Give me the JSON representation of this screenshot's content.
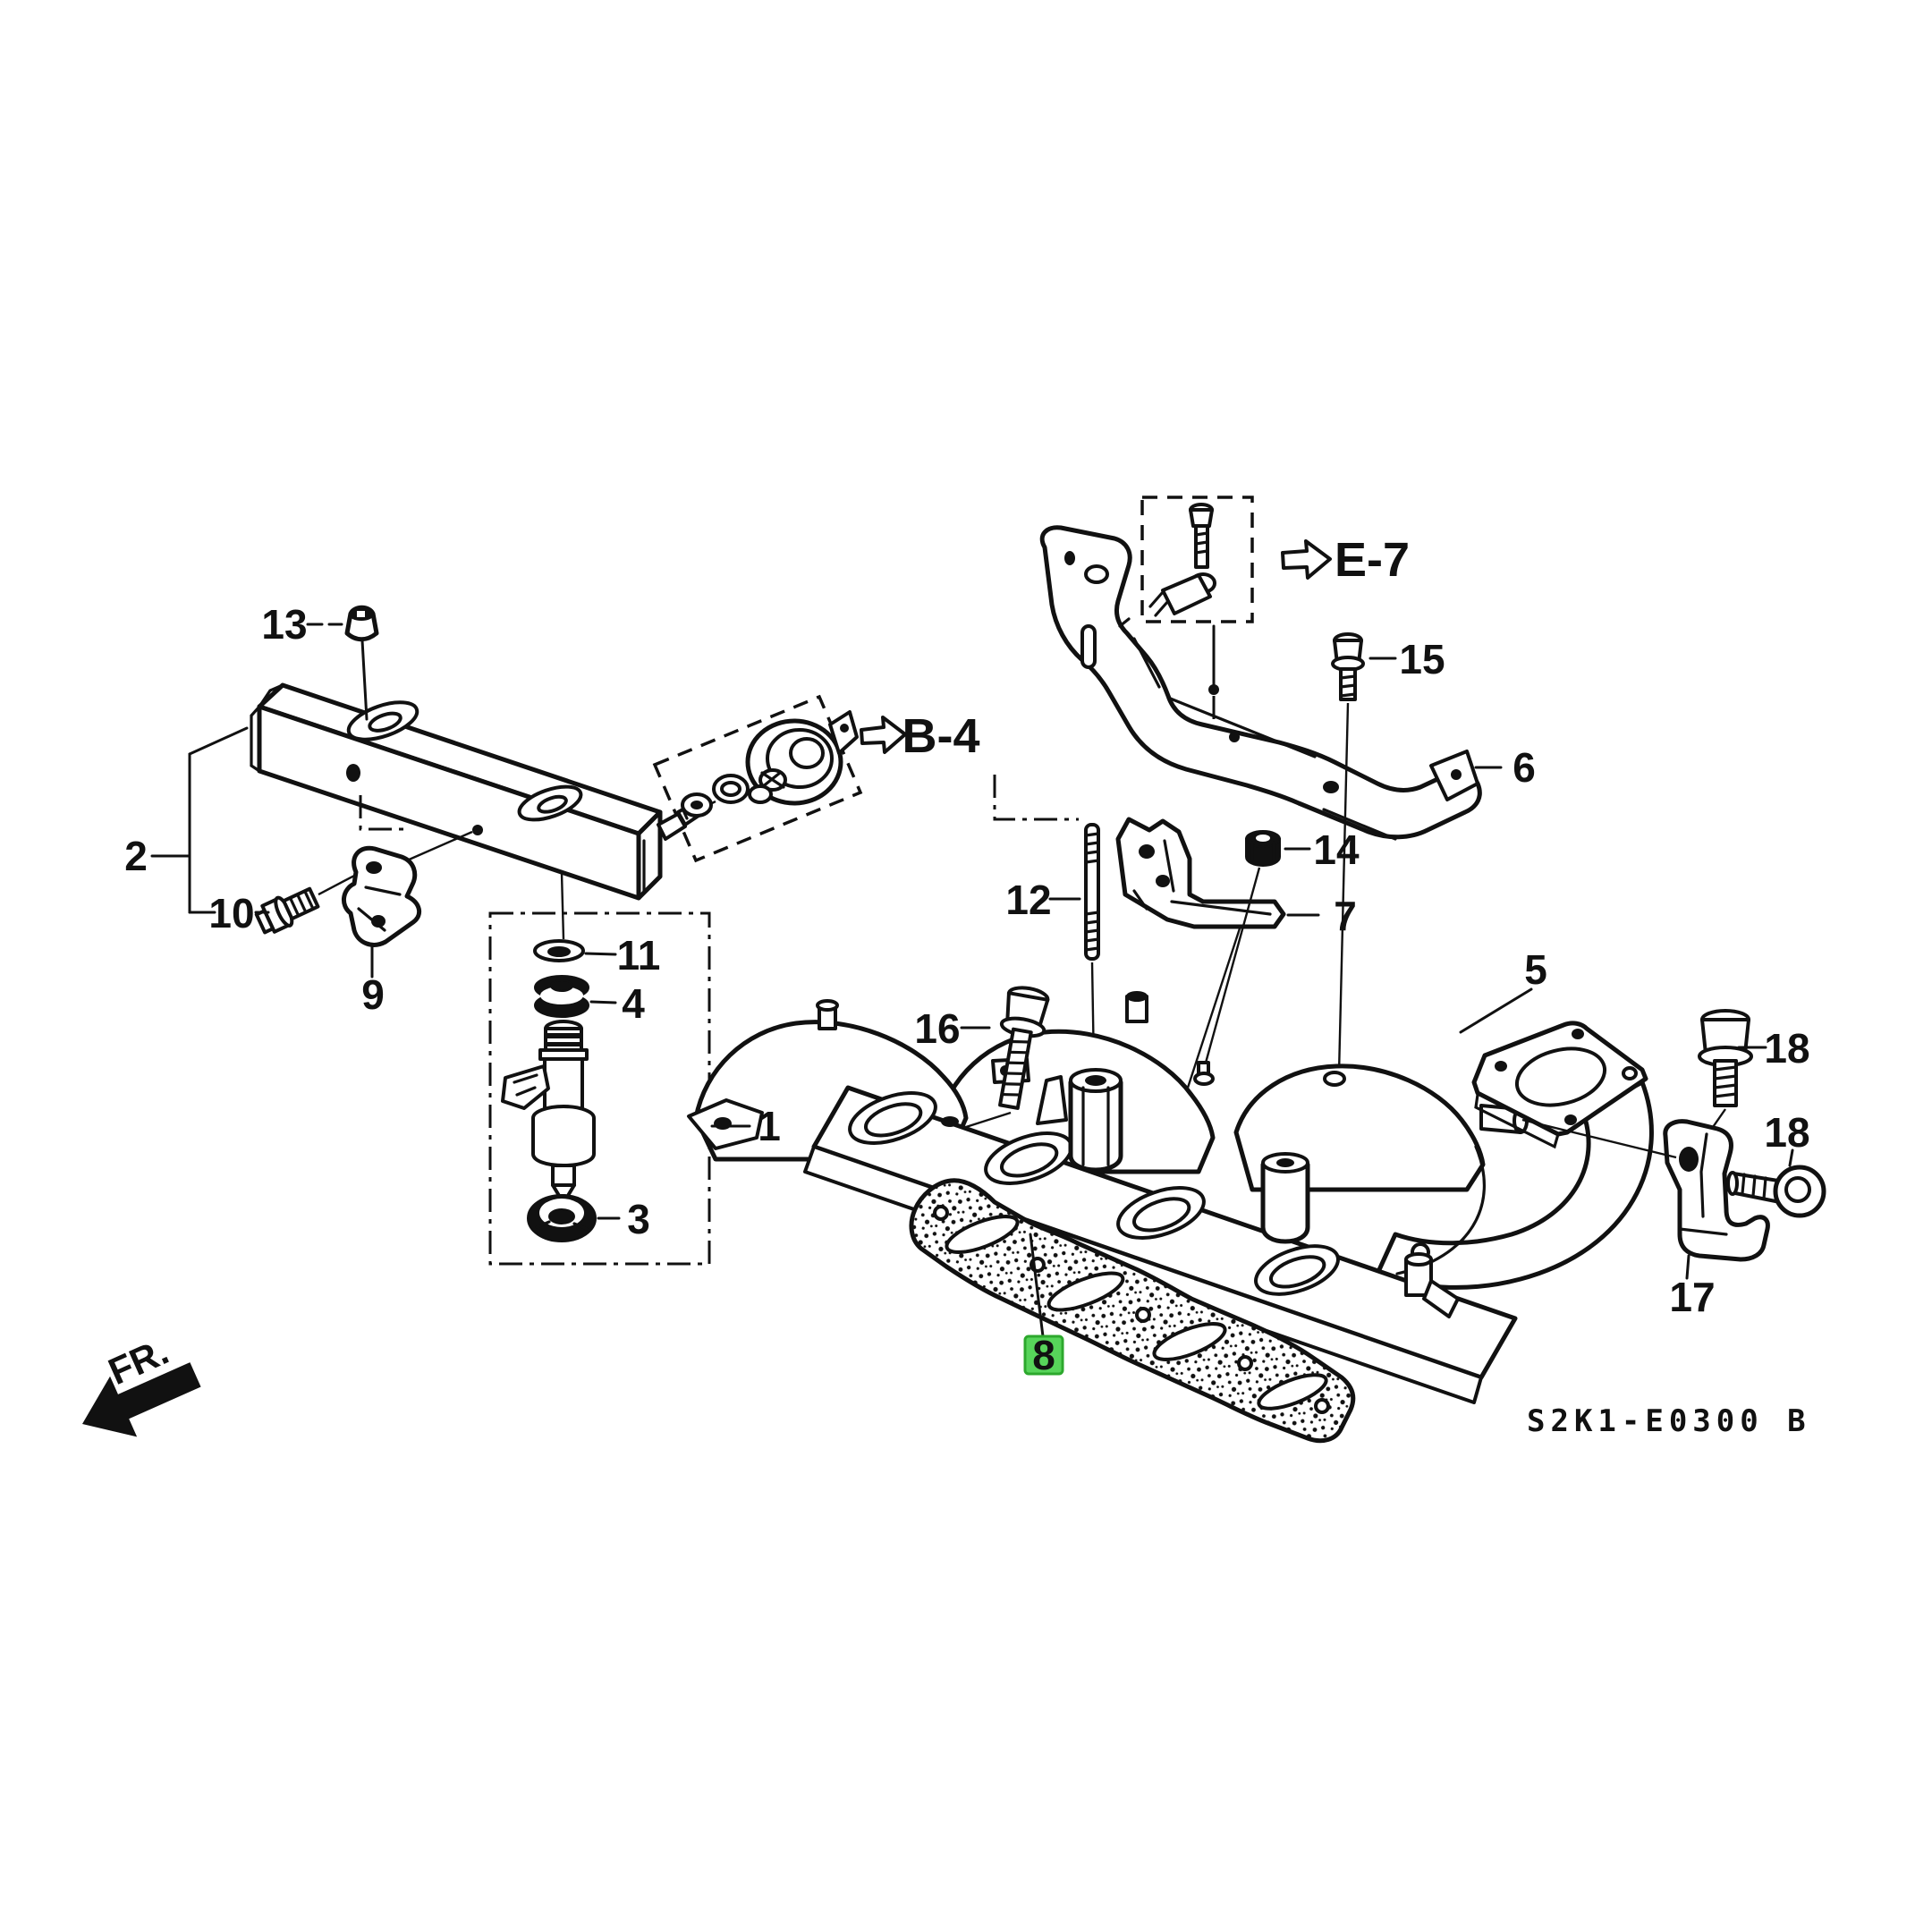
{
  "diagram": {
    "code": "S2K1-E0300 B",
    "front_indicator": "FR.",
    "background_color": "#ffffff",
    "line_color": "#111111",
    "highlight_color": "#57d45a",
    "highlighted_part": "8"
  },
  "references": {
    "b4": "B-4",
    "e7": "E-7"
  },
  "part_labels": {
    "p1": "1",
    "p2": "2",
    "p3": "3",
    "p4": "4",
    "p5": "5",
    "p6": "6",
    "p7": "7",
    "p8": "8",
    "p9": "9",
    "p10": "10",
    "p11": "11",
    "p12": "12",
    "p13": "13",
    "p14": "14",
    "p15": "15",
    "p16": "16",
    "p17": "17",
    "p18a": "18",
    "p18b": "18"
  }
}
